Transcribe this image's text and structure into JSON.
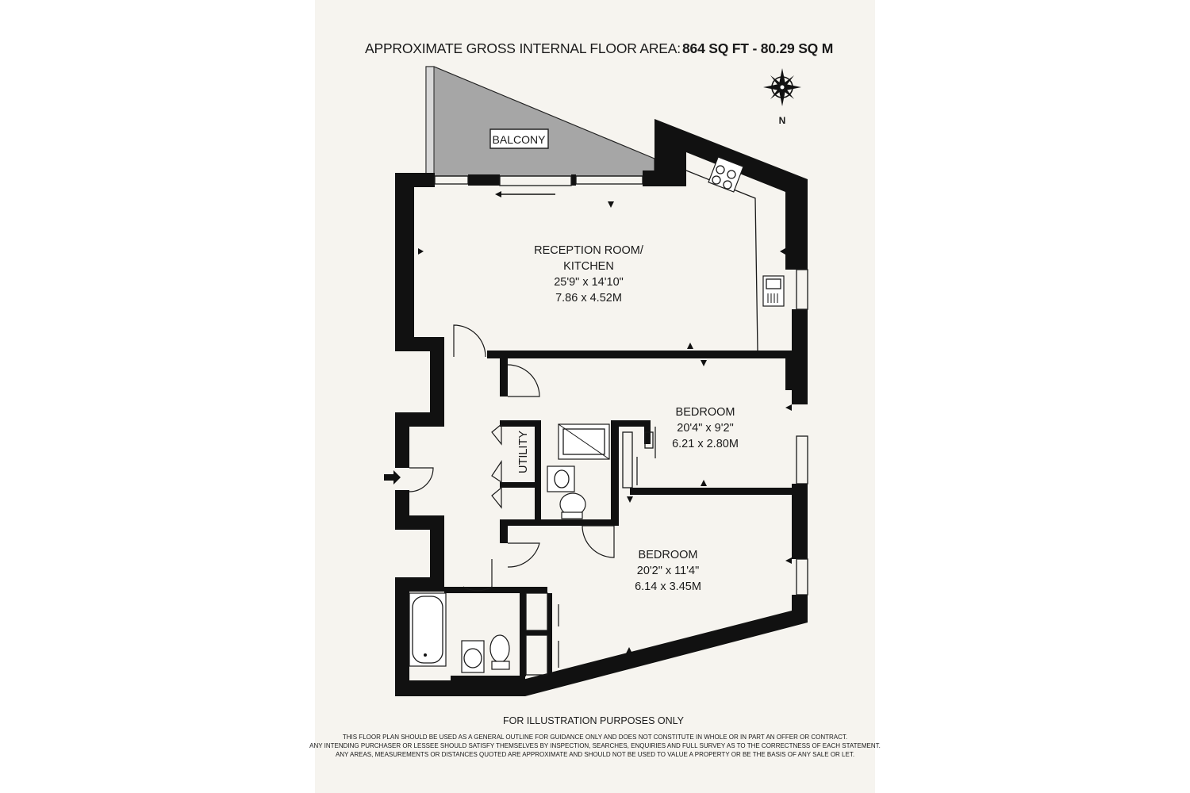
{
  "header": {
    "area_label": "APPROXIMATE GROSS INTERNAL FLOOR AREA:",
    "area_value": "864 SQ FT  -  80.29 SQ M"
  },
  "compass": {
    "label": "N",
    "icon": "compass-rose-icon"
  },
  "rooms": {
    "balcony": {
      "name": "BALCONY"
    },
    "reception": {
      "name_line1": "RECEPTION ROOM/",
      "name_line2": "KITCHEN",
      "imperial": "25'9\" x 14'10\"",
      "metric": "7.86 x 4.52M"
    },
    "bedroom1": {
      "name": "BEDROOM",
      "imperial": "20'4\" x 9'2\"",
      "metric": "6.21 x 2.80M"
    },
    "utility": {
      "name": "UTILITY"
    },
    "bedroom2": {
      "name": "BEDROOM",
      "imperial": "20'2\" x 11'4\"",
      "metric": "6.14 x 3.45M"
    }
  },
  "footer": {
    "illustration": "FOR ILLUSTRATION PURPOSES ONLY",
    "disclaimer": [
      "THIS FLOOR PLAN SHOULD BE USED AS A GENERAL OUTLINE FOR GUIDANCE ONLY AND DOES NOT CONSTITUTE IN WHOLE OR IN PART AN OFFER OR CONTRACT.",
      "ANY INTENDING PURCHASER OR LESSEE SHOULD SATISFY THEMSELVES BY INSPECTION, SEARCHES, ENQUIRIES AND FULL SURVEY AS TO THE CORRECTNESS OF EACH STATEMENT.",
      "ANY AREAS, MEASUREMENTS OR DISTANCES QUOTED ARE APPROXIMATE AND SHOULD NOT BE USED TO VALUE A PROPERTY OR BE THE BASIS OF ANY SALE OR LET."
    ]
  },
  "colors": {
    "wall": "#111111",
    "balcony_fill": "#a6a6a6",
    "paper": "#f6f4ef"
  }
}
